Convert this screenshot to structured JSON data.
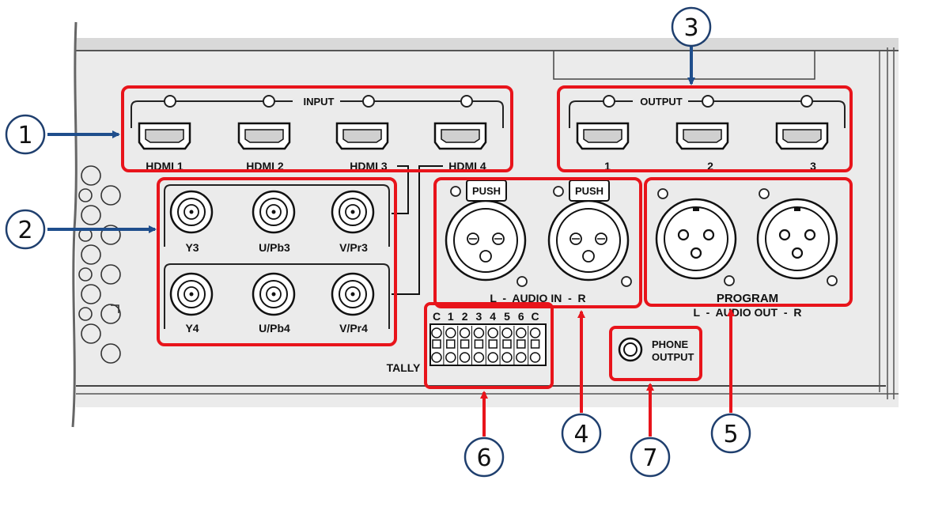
{
  "input_group": {
    "title": "INPUT",
    "ports": [
      "HDMI 1",
      "HDMI 2",
      "HDMI 3",
      "HDMI 4"
    ]
  },
  "output_group": {
    "title": "OUTPUT",
    "ports": [
      "1",
      "2",
      "3"
    ]
  },
  "component": {
    "row1": [
      "Y3",
      "U/Pb3",
      "V/Pr3"
    ],
    "row2": [
      "Y4",
      "U/Pb4",
      "V/Pr4"
    ]
  },
  "audio_in": {
    "push_label": "PUSH",
    "label": "L  -  AUDIO IN  -  R"
  },
  "audio_out": {
    "program_label": "PROGRAM",
    "label": "L  -  AUDIO OUT  -  R"
  },
  "tally": {
    "label": "TALLY",
    "pins": [
      "C",
      "1",
      "2",
      "3",
      "4",
      "5",
      "6",
      "C"
    ]
  },
  "phone": {
    "line1": "PHONE",
    "line2": "OUTPUT"
  },
  "callouts": [
    "1",
    "2",
    "3",
    "4",
    "5",
    "6",
    "7"
  ],
  "colors": {
    "highlight": "#e8141b",
    "arrow_blue": "#1f4e8c",
    "callout_stroke": "#1f3f6e",
    "panel": "#ebebeb"
  }
}
